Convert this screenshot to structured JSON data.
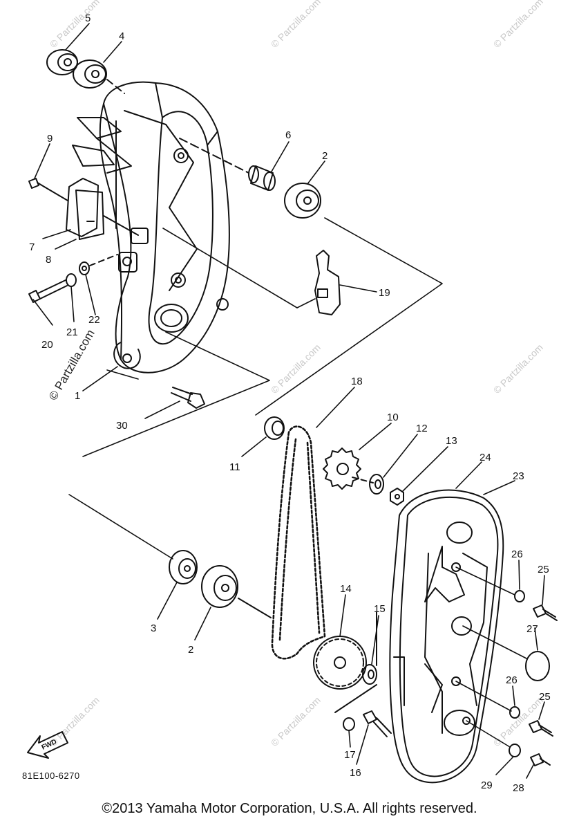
{
  "callouts": [
    {
      "n": "5"
    },
    {
      "n": "4"
    },
    {
      "n": "9"
    },
    {
      "n": "7"
    },
    {
      "n": "8"
    },
    {
      "n": "20"
    },
    {
      "n": "21"
    },
    {
      "n": "22"
    },
    {
      "n": "1"
    },
    {
      "n": "30"
    },
    {
      "n": "6"
    },
    {
      "n": "2"
    },
    {
      "n": "19"
    },
    {
      "n": "18"
    },
    {
      "n": "10"
    },
    {
      "n": "11"
    },
    {
      "n": "12"
    },
    {
      "n": "13"
    },
    {
      "n": "24"
    },
    {
      "n": "23"
    },
    {
      "n": "3"
    },
    {
      "n": "2"
    },
    {
      "n": "14"
    },
    {
      "n": "15"
    },
    {
      "n": "26"
    },
    {
      "n": "25"
    },
    {
      "n": "27"
    },
    {
      "n": "26"
    },
    {
      "n": "25"
    },
    {
      "n": "17"
    },
    {
      "n": "16"
    },
    {
      "n": "29"
    },
    {
      "n": "28"
    }
  ],
  "watermark": "© Partzilla.com",
  "side_watermark": "© Partzilla.com",
  "fwd_label": "FWD",
  "diagram_code": "81E100-6270",
  "copyright": "©2013  Yamaha Motor Corporation, U.S.A. All rights reserved.",
  "colors": {
    "ink": "#111111",
    "watermark": "#c9c9c9",
    "background": "#ffffff"
  }
}
